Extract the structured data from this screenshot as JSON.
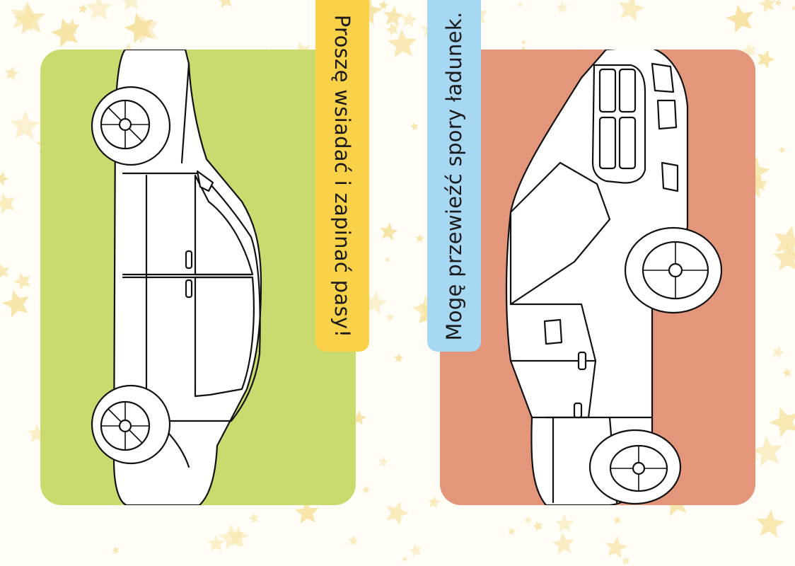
{
  "colors": {
    "background": "#fffdf6",
    "star": "#f6e3a4",
    "left_panel": "#c9da6e",
    "right_panel": "#e4967b",
    "left_tab": "#f9d24a",
    "right_tab": "#a6d8f3",
    "outline": "#111111"
  },
  "left_page": {
    "caption": "Proszę wsiadać i zapinać pasy!",
    "illustration": "sedan-car-outline"
  },
  "right_page": {
    "caption": "Mogę przewieźć spory ładunek.",
    "illustration": "pickup-truck-outline"
  }
}
